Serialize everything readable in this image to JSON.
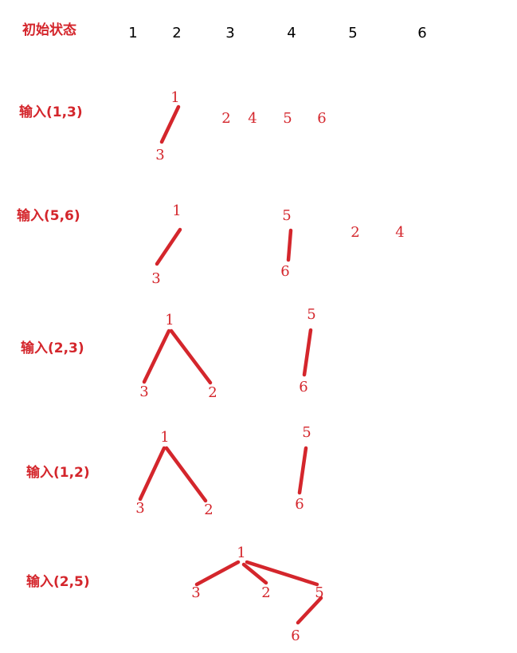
{
  "initial_label": "初始状态",
  "initial_nodes": [
    "1",
    "2",
    "3",
    "4",
    "5",
    "6"
  ],
  "steps": [
    {
      "label": "输入(1,3)",
      "nodes": [
        "1",
        "3",
        "2",
        "4",
        "5",
        "6"
      ]
    },
    {
      "label": "输入(5,6)",
      "nodes": [
        "1",
        "3",
        "5",
        "6",
        "2",
        "4"
      ]
    },
    {
      "label": "输入(2,3)",
      "nodes": [
        "1",
        "3",
        "2",
        "5",
        "6"
      ]
    },
    {
      "label": "输入(1,2)",
      "nodes": [
        "1",
        "3",
        "2",
        "5",
        "6"
      ]
    },
    {
      "label": "输入(2,5)",
      "nodes": [
        "1",
        "3",
        "2",
        "5",
        "6"
      ]
    }
  ],
  "colors": {
    "accent": "#d4262c",
    "initial_numbers": "#000000"
  }
}
